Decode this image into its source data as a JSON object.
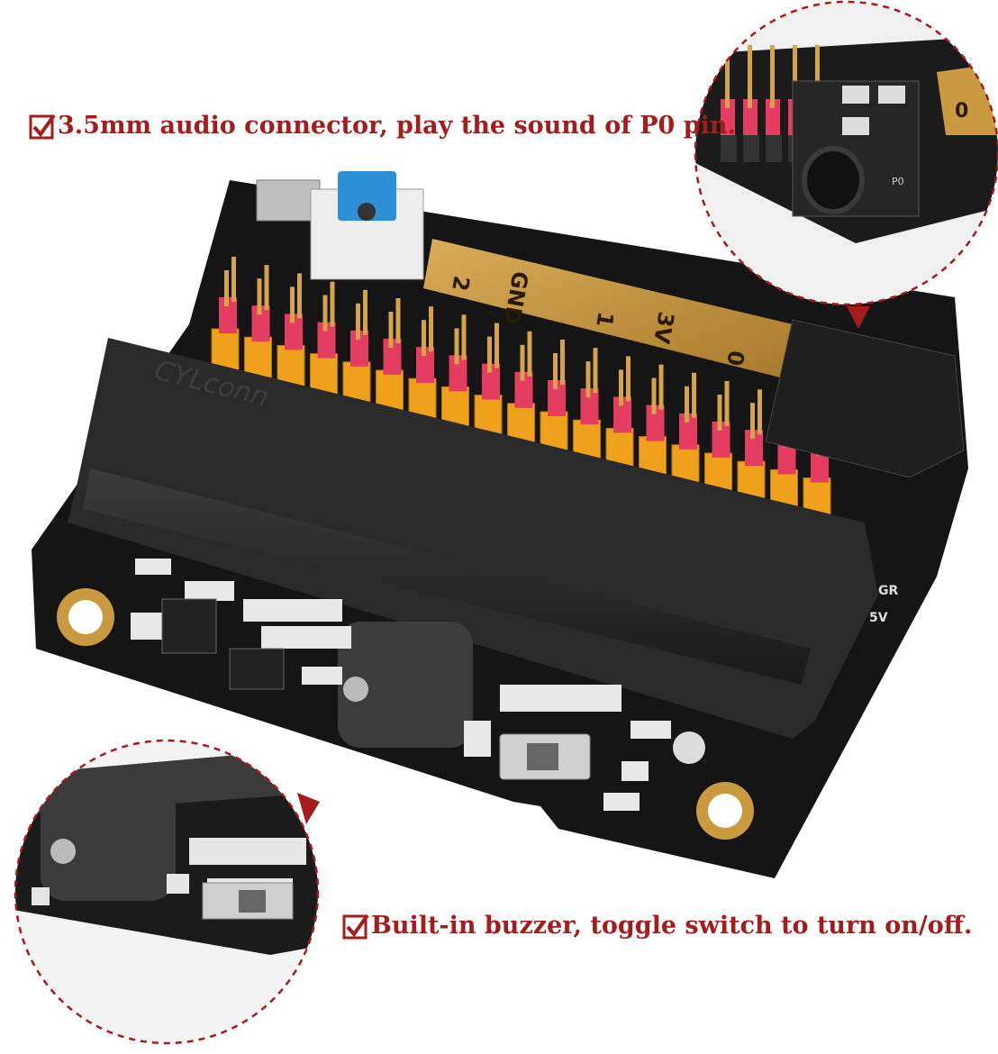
{
  "captions": {
    "audio": "3.5mm audio connector, play the sound of P0 pin.",
    "buzzer": "Built-in buzzer, toggle switch to turn on/off."
  },
  "board": {
    "brand": "CYLconn",
    "labels": [
      "2",
      "GND",
      "1",
      "3V",
      "0"
    ],
    "side_labels": [
      "GR",
      "5V"
    ]
  },
  "zoom_top": {
    "labels": [
      "0",
      "P0"
    ]
  },
  "colors": {
    "accent_red": "#a51c1c",
    "pcb_black": "#151515",
    "gold": "#c99a3f",
    "header_yellow": "#f0a11c",
    "header_pink": "#e53d62",
    "button_blue": "#2d8fd6"
  }
}
